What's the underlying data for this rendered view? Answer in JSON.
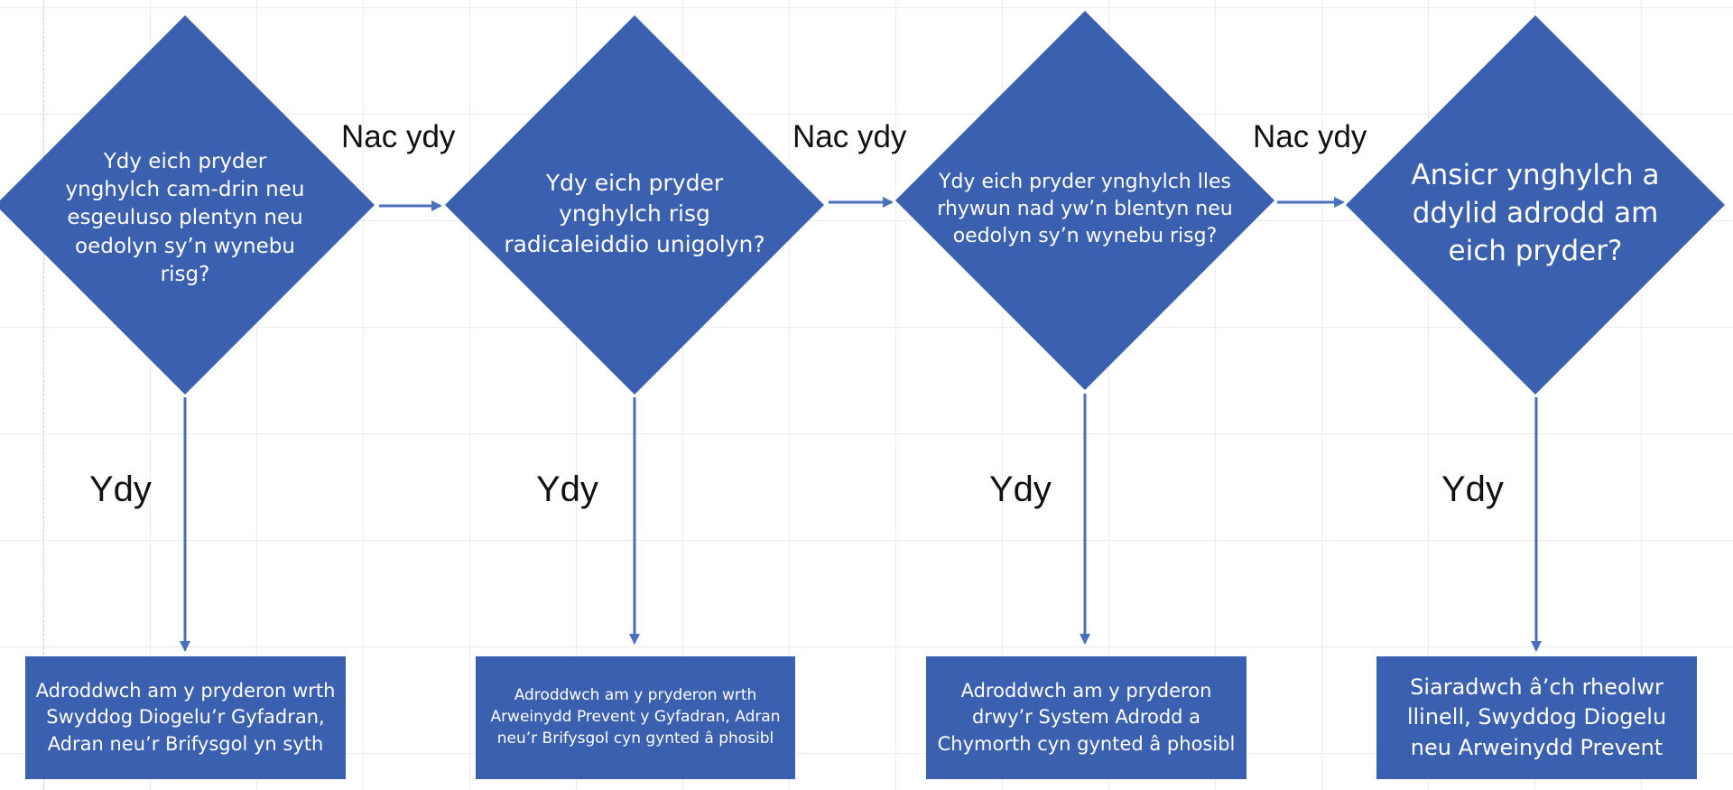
{
  "colors": {
    "shape_fill": "#3b60b0",
    "connector": "#4a6fbd",
    "label_text": "#111111",
    "shape_text": "#ffffff"
  },
  "questions": [
    "Ydy eich pryder ynghylch cam-drin neu esgeuluso plentyn neu oedolyn sy’n wynebu risg?",
    "Ydy eich pryder ynghylch risg radicaleiddio unigolyn?",
    "Ydy eich pryder ynghylch lles rhywun nad yw’n blentyn neu oedolyn sy’n wynebu risg?",
    "Ansicr ynghylch a ddylid adrodd am eich pryder?"
  ],
  "no_label": "Nac ydy",
  "yes_label": "Ydy",
  "outcomes": [
    "Adroddwch am y pryderon wrth Swyddog Diogelu’r Gyfadran, Adran neu’r Brifysgol yn syth",
    "Adroddwch am y pryderon wrth Arweinydd Prevent y Gyfadran, Adran neu’r Brifysgol cyn gynted â phosibl",
    "Adroddwch am y pryderon drwy’r System Adrodd a Chymorth cyn gynted â phosibl",
    "Siaradwch â’ch rheolwr llinell, Swyddog Diogelu neu Arweinydd Prevent"
  ]
}
